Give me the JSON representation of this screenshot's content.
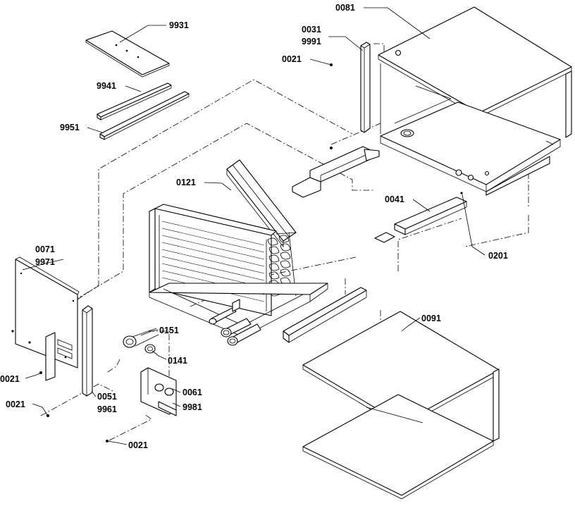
{
  "callouts": {
    "c0081": "0081",
    "c0031": "0031",
    "c9991": "9991",
    "c0021_top": "0021",
    "c9931": "9931",
    "c9941": "9941",
    "c9951": "9951",
    "c0121": "0121",
    "c0041": "0041",
    "c0201": "0201",
    "c0071": "0071",
    "c9971": "9971",
    "c0151": "0151",
    "c0141": "0141",
    "c0091": "0091",
    "c0021_left": "0021",
    "c0051": "0051",
    "c9961": "9961",
    "c0061": "0061",
    "c9981": "9981",
    "c0021_lower": "0021",
    "c0021_bottom": "0021"
  }
}
